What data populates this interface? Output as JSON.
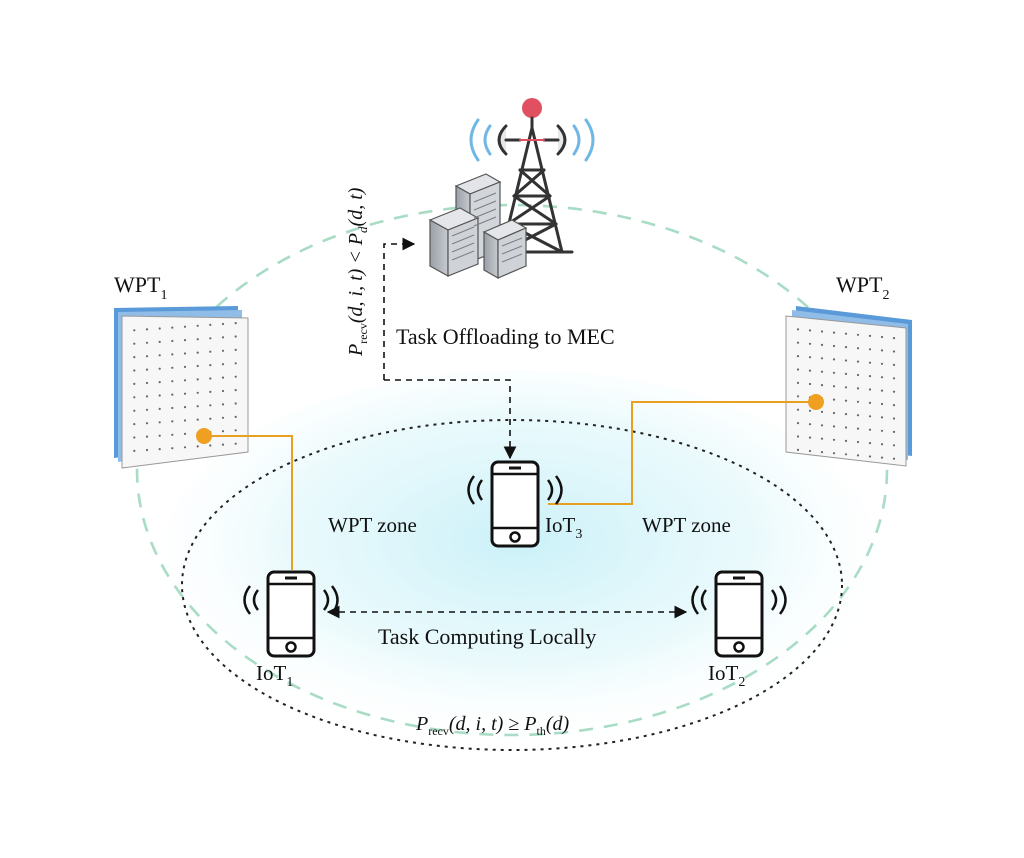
{
  "labels": {
    "wpt1_main": "WPT",
    "wpt1_sub": "1",
    "wpt2_main": "WPT",
    "wpt2_sub": "2",
    "iot1_main": "IoT",
    "iot1_sub": "1",
    "iot2_main": "IoT",
    "iot2_sub": "2",
    "iot3_main": "IoT",
    "iot3_sub": "3",
    "zone_left": "WPT zone",
    "zone_right": "WPT zone",
    "offload": "Task Offloading to MEC",
    "local": "Task Computing Locally"
  },
  "formulas": {
    "offload_condition": {
      "p": "P",
      "recv_sub": "recv",
      "args": "(d, i, t) < ",
      "pd": "P",
      "d_sub": "d",
      "pd_args": "(d, t)"
    },
    "local_condition": {
      "p": "P",
      "recv_sub": "recv",
      "args": "(d, i, t) ≥ ",
      "pth": "P",
      "th_sub": "th",
      "pth_args": "(d)"
    }
  },
  "icons": [
    "cell-tower-icon",
    "mec-server-icon",
    "wpt-panel-icon",
    "smartphone-icon"
  ],
  "colors": {
    "wpt_zone_boundary": "#a8dcc4",
    "local_zone_boundary": "#222222",
    "energy_link": "#e8a020",
    "tower_beacon": "#e05060",
    "panel_edge": "#5a9ad8",
    "zone_glow": "#c8f0f8"
  }
}
